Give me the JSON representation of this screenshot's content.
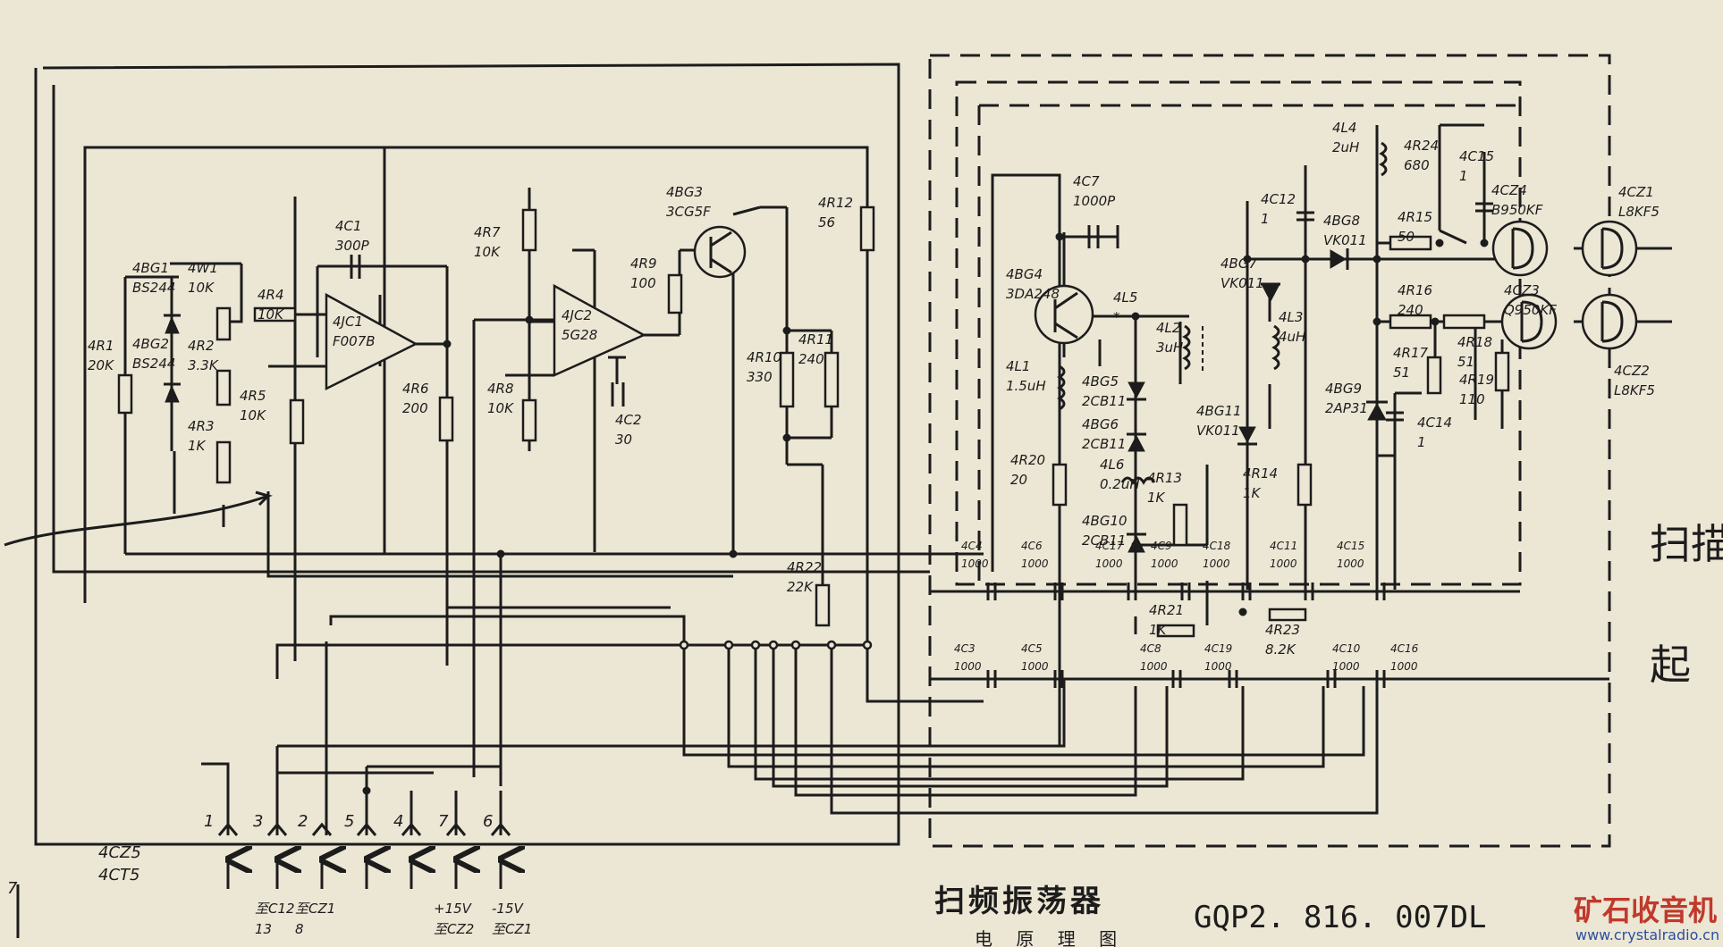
{
  "title": "扫频振荡器",
  "drawing_number": "GQP2. 816. 007DL",
  "subtitle": "电 原 理 图",
  "margin_mark": "7",
  "handwriting": [
    "扫描",
    "起"
  ],
  "watermark": {
    "name": "矿石收音机",
    "url": "www.crystalradio.cn"
  },
  "connector": {
    "refs": [
      "4CZ5",
      "4CT5"
    ],
    "pins": [
      "1",
      "3",
      "2",
      "5",
      "4",
      "7",
      "6"
    ],
    "destinations": [
      "至C12",
      "至CZ1",
      "+15V",
      "-15V"
    ],
    "destinations2": [
      "13",
      "8",
      "至CZ2",
      "至CZ1"
    ]
  },
  "components": {
    "R1": [
      "4R1",
      "20K"
    ],
    "G1": [
      "4BG1",
      "BS244"
    ],
    "G2": [
      "4BG2",
      "BS244"
    ],
    "W1": [
      "4W1",
      "10K"
    ],
    "R2": [
      "4R2",
      "3.3K"
    ],
    "R3": [
      "4R3",
      "1K"
    ],
    "R4": [
      "4R4",
      "10K"
    ],
    "R5": [
      "4R5",
      "10K"
    ],
    "C1": [
      "4C1",
      "300P"
    ],
    "JC1": [
      "4JC1",
      "F007B"
    ],
    "R6": [
      "4R6",
      "200"
    ],
    "R7": [
      "4R7",
      "10K"
    ],
    "R8": [
      "4R8",
      "10K"
    ],
    "JC2": [
      "4JC2",
      "5G28"
    ],
    "C2": [
      "4C2",
      "30"
    ],
    "R9": [
      "4R9",
      "100"
    ],
    "G3": [
      "4BG3",
      "3CG5F"
    ],
    "R10": [
      "4R10",
      "330"
    ],
    "R11": [
      "4R11",
      "240"
    ],
    "R12": [
      "4R12",
      "56"
    ],
    "R22": [
      "4R22",
      "22K"
    ],
    "C7": [
      "4C7",
      "1000P"
    ],
    "G4": [
      "4BG4",
      "3DA248"
    ],
    "L5": [
      "4L5",
      "*"
    ],
    "L2": [
      "4L2",
      "3uH"
    ],
    "L1": [
      "4L1",
      "1.5uH"
    ],
    "G5": [
      "4BG5",
      "2CB11"
    ],
    "G6": [
      "4BG6",
      "2CB11"
    ],
    "L6": [
      "4L6",
      "0.2uH"
    ],
    "R13": [
      "4R13",
      "1K"
    ],
    "R20": [
      "4R20",
      "20"
    ],
    "G10": [
      "4BG10",
      "2CB11"
    ],
    "R21": [
      "4R21",
      "1K"
    ],
    "G11": [
      "4BG11",
      "VK011"
    ],
    "G7": [
      "4BG7",
      "VK011"
    ],
    "L3": [
      "4L3",
      "4uH"
    ],
    "R14": [
      "4R14",
      "1K"
    ],
    "R23": [
      "4R23",
      "8.2K"
    ],
    "L4": [
      "4L4",
      "2uH"
    ],
    "C12": [
      "4C12",
      "1"
    ],
    "G8": [
      "4BG8",
      "VK011"
    ],
    "R24": [
      "4R24",
      "680"
    ],
    "C15": [
      "4C15",
      "1"
    ],
    "R15": [
      "4R15",
      "50"
    ],
    "R16": [
      "4R16",
      "240"
    ],
    "R17": [
      "4R17",
      "51"
    ],
    "R18": [
      "4R18",
      "51"
    ],
    "R19": [
      "4R19",
      "110"
    ],
    "G9": [
      "4BG9",
      "2AP31"
    ],
    "C14": [
      "4C14",
      "1"
    ],
    "CZ4": [
      "4CZ4",
      "B950KF"
    ],
    "CZ1": [
      "4CZ1",
      "L8KF5"
    ],
    "CZ3": [
      "4CZ3",
      "Q950KF"
    ],
    "CZ2": [
      "4CZ2",
      "L8KF5"
    ],
    "feed_top": [
      [
        "4C4",
        "1000"
      ],
      [
        "4C6",
        "1000"
      ],
      [
        "4C17",
        "1000"
      ],
      [
        "4C9",
        "1000"
      ],
      [
        "4C18",
        "1000"
      ],
      [
        "4C11",
        "1000"
      ],
      [
        "4C15",
        "1000"
      ]
    ],
    "feed_bottom": [
      [
        "4C3",
        "1000"
      ],
      [
        "4C5",
        "1000"
      ],
      [
        "4C8",
        "1000"
      ],
      [
        "4C19",
        "1000"
      ],
      [
        "4C10",
        "1000"
      ],
      [
        "4C16",
        "1000"
      ]
    ]
  }
}
